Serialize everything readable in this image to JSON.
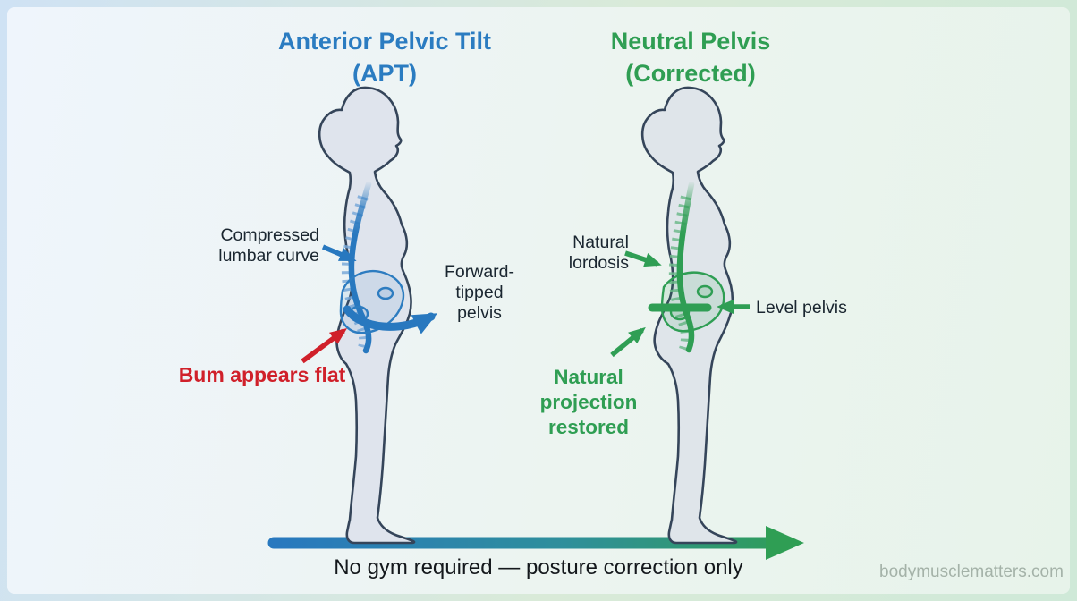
{
  "titles": {
    "left": {
      "line1": "Anterior Pelvic Tilt",
      "line2": "(APT)"
    },
    "right": {
      "line1": "Neutral Pelvis",
      "line2": "(Corrected)"
    }
  },
  "annotations": {
    "compressed_lumbar": {
      "lines": [
        "Compressed",
        "lumbar curve"
      ]
    },
    "forward_tipped": {
      "lines": [
        "Forward-",
        "tipped",
        "pelvis"
      ]
    },
    "bum_flat": {
      "text": "Bum appears flat"
    },
    "natural_lordosis": {
      "lines": [
        "Natural",
        "lordosis"
      ]
    },
    "level_pelvis": {
      "text": "Level pelvis"
    },
    "natural_projection": {
      "lines": [
        "Natural",
        "projection",
        "restored"
      ]
    }
  },
  "caption": "No gym required — posture correction only",
  "watermark": "bodymusclematters.com",
  "colors": {
    "accent_blue": "#2878bf",
    "accent_green": "#2f9e54",
    "accent_red": "#d0202a",
    "title_blue": "#2b7cc1",
    "title_green": "#2f9e53",
    "body_fill": "#dfe4ed",
    "outline": "#35455a",
    "text_dark": "#1a2630"
  }
}
